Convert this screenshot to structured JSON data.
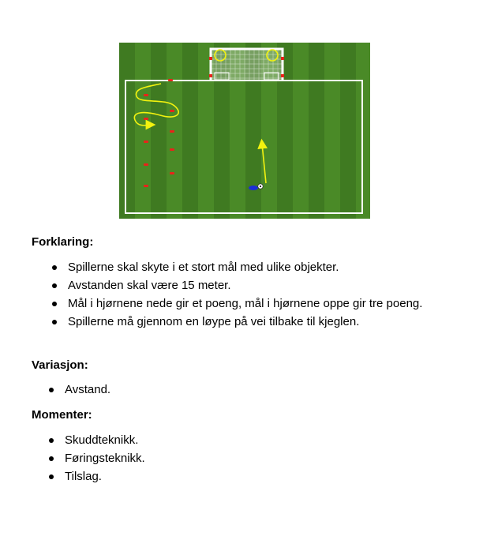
{
  "diagram": {
    "colors": {
      "grass_light": "#4f8e2a",
      "grass_dark": "#3f7a21",
      "line": "#ffffff",
      "cone": "#e8241a",
      "path": "#f2f20f",
      "start_cone": "#1c2fd6"
    }
  },
  "sections": {
    "forklaring": {
      "heading": "Forklaring:",
      "items": [
        "Spillerne skal skyte i et stort mål med ulike objekter.",
        "Avstanden skal være 15 meter.",
        "Mål i hjørnene nede gir et poeng, mål i hjørnene oppe gir tre poeng.",
        "Spillerne må gjennom en løype på vei tilbake til kjeglen."
      ]
    },
    "variasjon": {
      "heading": "Variasjon:",
      "items": [
        "Avstand."
      ]
    },
    "momenter": {
      "heading": "Momenter:",
      "items": [
        "Skuddteknikk.",
        "Føringsteknikk.",
        "Tilslag."
      ]
    }
  }
}
